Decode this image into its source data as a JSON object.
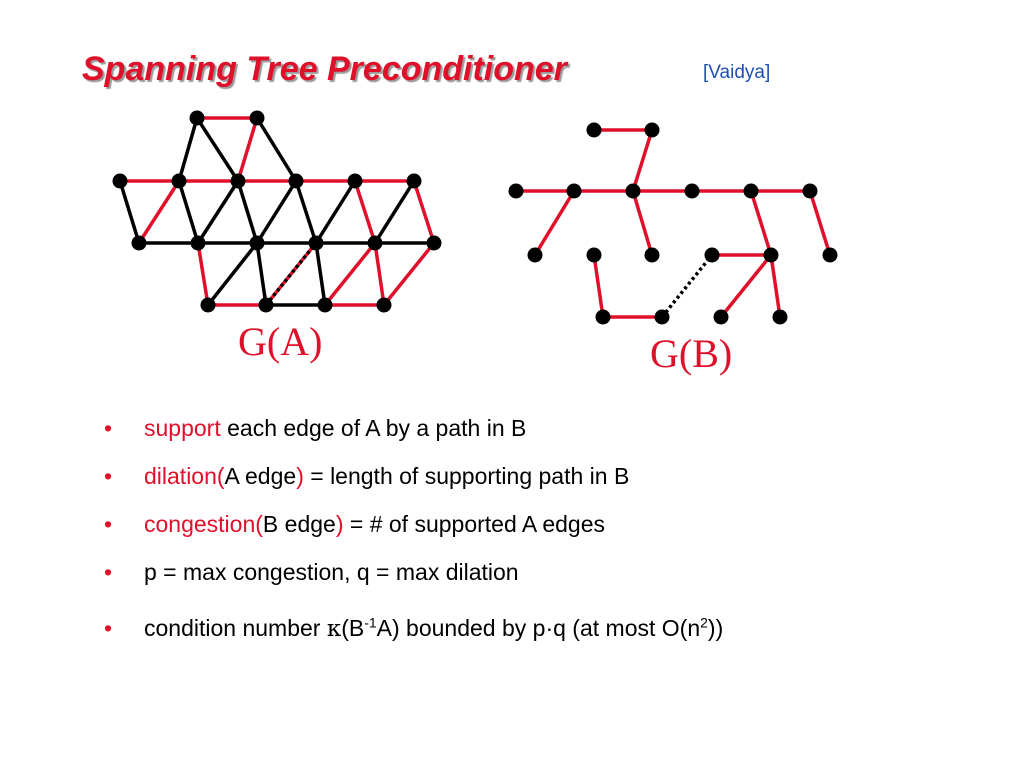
{
  "slide": {
    "title": "Spanning Tree Preconditioner",
    "citation": "[Vaidya]",
    "colors": {
      "title": "#e0102a",
      "citation": "#1f4fb5",
      "tree_edge": "#e0102a",
      "other_edge": "#000000",
      "node": "#000000"
    }
  },
  "graphs": {
    "a_label": "G(A)",
    "b_label": "G(B)"
  },
  "bullets": {
    "b1": {
      "red": "support",
      "text": " each edge of A by a path in B"
    },
    "b2": {
      "red1": "dilation(",
      "mid": "A edge",
      "red2": ")",
      "tail": " = length of supporting path in B"
    },
    "b3": {
      "red1": "congestion(",
      "mid": "B edge",
      "red2": ")",
      "tail": " = # of supported A edges"
    },
    "b4": {
      "text": "p = max congestion, q = max dilation"
    },
    "b5": {
      "pre": "condition number ",
      "kappa": "κ",
      "open": "(B",
      "sup1": "-1",
      "mid": "A) bounded by p·q  (at most O(n",
      "sup2": "2",
      "close": "))"
    }
  }
}
